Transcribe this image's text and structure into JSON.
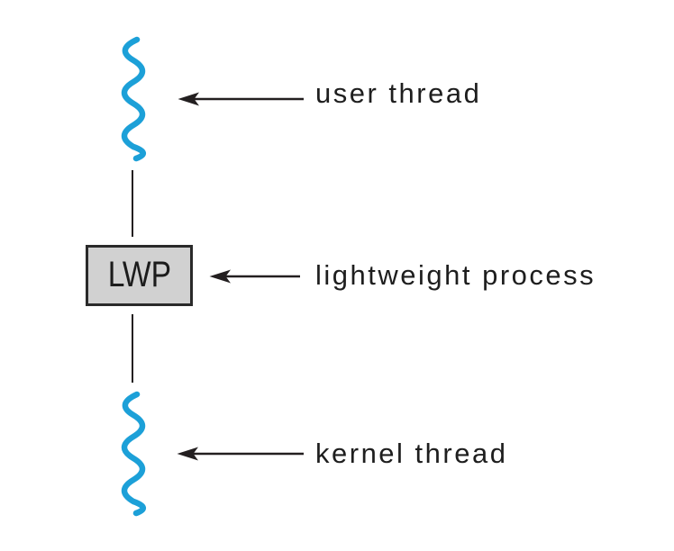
{
  "figure": {
    "type": "os-thread-model-diagram",
    "lwp_box": {
      "label": "LWP"
    },
    "annotations": [
      {
        "id": "user-thread",
        "label": "user thread"
      },
      {
        "id": "lightweight-process",
        "label": "lightweight process"
      },
      {
        "id": "kernel-thread",
        "label": "kernel thread"
      }
    ]
  },
  "colors": {
    "background": "#ffffff",
    "wave": "#1ca0d8",
    "ink": "#231f20",
    "box_fill": "#d1d1d1",
    "box_border": "#2a2a2a",
    "text": "#1e1e1e"
  }
}
